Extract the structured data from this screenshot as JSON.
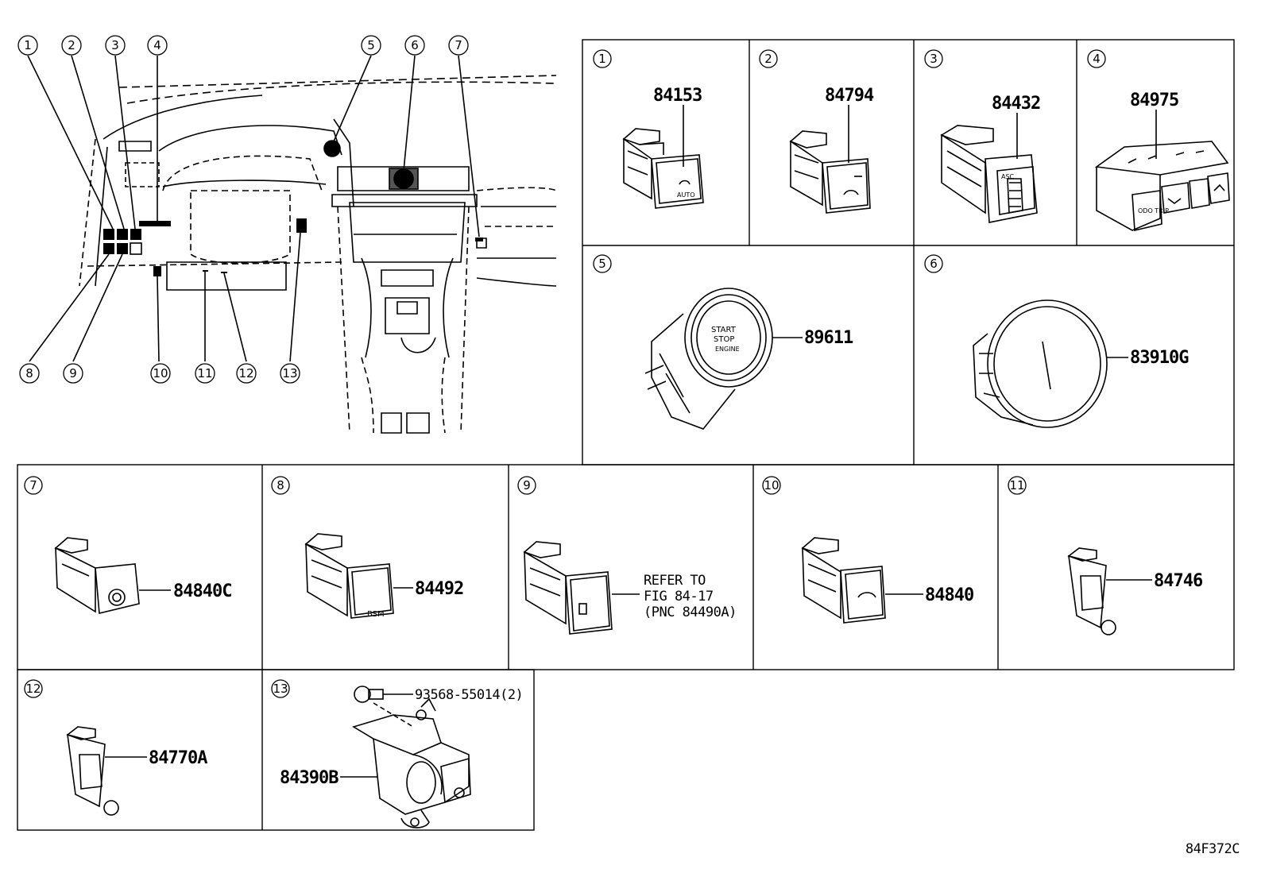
{
  "overview": {
    "callouts": [
      "1",
      "2",
      "3",
      "4",
      "5",
      "6",
      "7",
      "8",
      "9",
      "10",
      "11",
      "12",
      "13"
    ]
  },
  "panels": [
    {
      "id": "1",
      "part": "84153",
      "icon": "auto-headlight-switch-icon",
      "legend": "AUTO"
    },
    {
      "id": "2",
      "part": "84794",
      "icon": "defogger-switch-icon"
    },
    {
      "id": "3",
      "part": "84432",
      "icon": "light-control-dial-icon",
      "legend": "ASC"
    },
    {
      "id": "4",
      "part": "84975",
      "icon": "meter-control-switch-icon",
      "legend": "ODO TRIP"
    },
    {
      "id": "5",
      "part": "89611",
      "icon": "engine-start-button-icon",
      "legend": [
        "START",
        "STOP",
        "ENGINE"
      ]
    },
    {
      "id": "6",
      "part": "83910G",
      "icon": "clock-icon"
    },
    {
      "id": "7",
      "part": "84840C",
      "icon": "fuel-lid-switch-icon"
    },
    {
      "id": "8",
      "part": "84492",
      "icon": "bsm-switch-icon",
      "legend": "BSM"
    },
    {
      "id": "9",
      "part": "",
      "note": [
        "REFER TO",
        "FIG 84-17",
        "(PNC 84490A)"
      ],
      "icon": "parking-assist-switch-icon"
    },
    {
      "id": "10",
      "part": "84840",
      "icon": "trunk-opener-switch-icon"
    },
    {
      "id": "11",
      "part": "84746",
      "icon": "push-switch-icon"
    },
    {
      "id": "12",
      "part": "84770A",
      "icon": "push-switch-icon"
    },
    {
      "id": "13",
      "part": "84390B",
      "bolt": "93568-55014(2)",
      "icon": "bracket-assembly-icon"
    }
  ],
  "figure_code": "84F372C"
}
